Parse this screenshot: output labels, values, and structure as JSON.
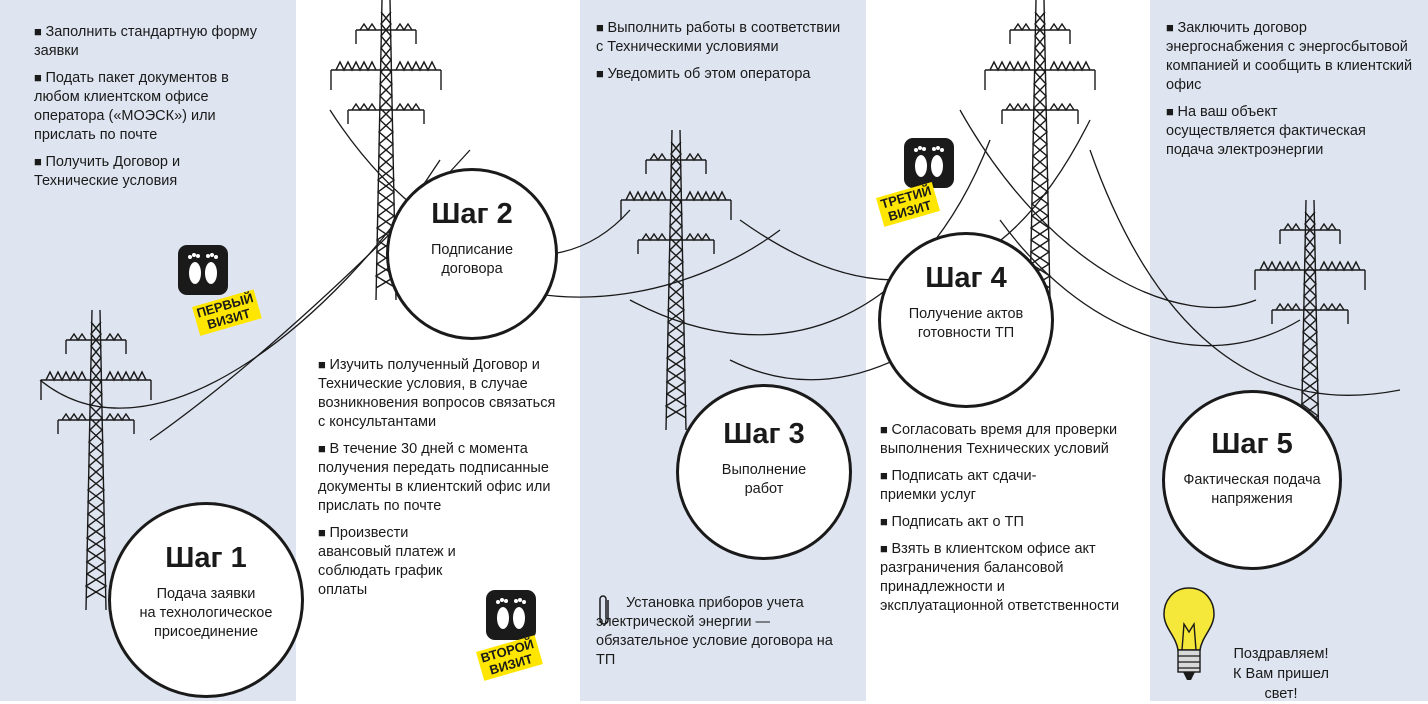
{
  "colors": {
    "panel": "#dfe5f0",
    "badge": "#ffe600",
    "ink": "#1a1a1a",
    "bulb": "#f5e83a"
  },
  "step1": {
    "title": "Шаг 1",
    "subtitle": "Подача заявки\nна технологическое\nприсоединение",
    "items": [
      "Заполнить стандартную форму заявки",
      "Подать пакет документов в любом клиентском офисе оператора («МОЭСК») или прислать по почте",
      "Получить Договор и Технические условия"
    ]
  },
  "step2": {
    "title": "Шаг 2",
    "subtitle": "Подписание\nдоговора",
    "items": [
      "Изучить полученный Договор и Технические условия, в случае возникновения вопросов связаться с консультантами",
      "В течение 30 дней с момента получения передать подписанные документы в клиентский офис или прислать по почте",
      "Произвести авансовый платеж и соблюдать график оплаты"
    ]
  },
  "step3": {
    "title": "Шаг 3",
    "subtitle": "Выполнение\nработ",
    "items": [
      "Выполнить работы в соответствии с Техническими условиями",
      "Уведомить об этом оператора"
    ],
    "note": "Установка приборов учета электрической энергии — обязательное условие договора на ТП",
    "note_icon": "paperclip-icon"
  },
  "step4": {
    "title": "Шаг 4",
    "subtitle": "Получение актов\nготовности ТП",
    "items": [
      "Согласовать время для проверки выполнения Технических условий",
      "Подписать акт сдачи-приемки услуг",
      "Подписать акт о ТП",
      "Взять в клиентском офисе акт разграничения балансовой принадлежности и эксплуатационной ответственности"
    ]
  },
  "step5": {
    "title": "Шаг 5",
    "subtitle": "Фактическая подача\nнапряжения",
    "items": [
      "Заключить договор энергоснабжения с энергосбытовой компанией и сообщить в клиентский офис",
      "На ваш объект осуществляется фактическая подача электроэнергии"
    ],
    "final": "Поздравляем!\nК Вам пришел свет!",
    "final_icon": "light-bulb-icon"
  },
  "visits": {
    "first": "ПЕРВЫЙ\nВИЗИТ",
    "second": "ВТОРОЙ\nВИЗИТ",
    "third": "ТРЕТИЙ\nВИЗИТ",
    "icon": "footprints-icon"
  }
}
